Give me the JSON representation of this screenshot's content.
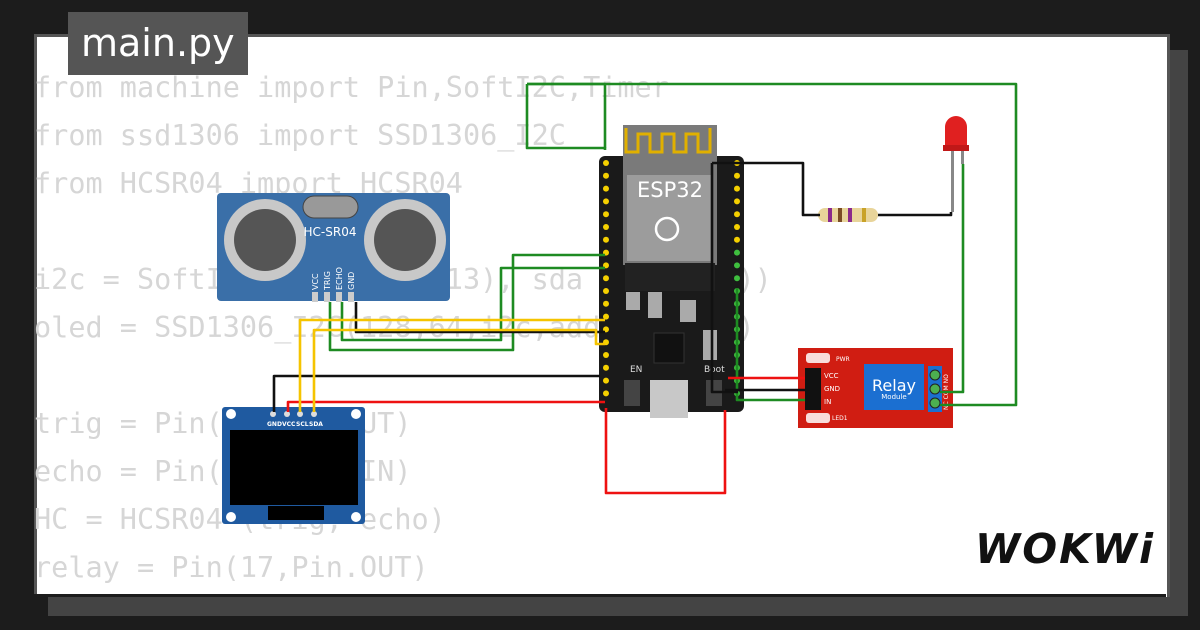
{
  "tab": {
    "filename": "main.py"
  },
  "code_lines": [
    "from machine import Pin,SoftI2C,Timer",
    "from ssd1306 import SSD1306_I2C",
    "from HCSR04 import HCSR04",
    "",
    "i2c = SoftI2C(scl = Pin(13), sda = Pin(12))",
    "oled = SSD1306_I2C(128,64,i2c,addr = 0x3c)",
    "",
    "trig = Pin(5, Pin.OUT)",
    "echo = Pin(18, Pin.IN)",
    "HC = HCSR04 (trig, echo)",
    "relay = Pin(17,Pin.OUT)"
  ],
  "components": {
    "hcsr04": {
      "label": "HC-SR04",
      "pins": [
        "VCC",
        "TRIG",
        "ECHO",
        "GND"
      ]
    },
    "oled": {
      "pins": [
        "GND",
        "VCC",
        "SCL",
        "SDA"
      ]
    },
    "esp32": {
      "label": "ESP32",
      "button_en": "EN",
      "button_boot": "Boot"
    },
    "relay": {
      "title": "Relay",
      "subtitle": "Module",
      "pins": [
        "VCC",
        "GND",
        "IN"
      ],
      "pwr_label": "PWR",
      "led_label": "LED1",
      "terminals": "NC COM NO"
    }
  },
  "logo": {
    "text": "WOKWi"
  },
  "colors": {
    "wire_green": "#1e8b22",
    "wire_red": "#e11",
    "wire_yellow": "#f5c400",
    "wire_black": "#111",
    "hcsr04_board": "#3a6fa8",
    "relay_board": "#d01d12",
    "esp32_board": "#1a1a1a",
    "led": "#e02020"
  }
}
